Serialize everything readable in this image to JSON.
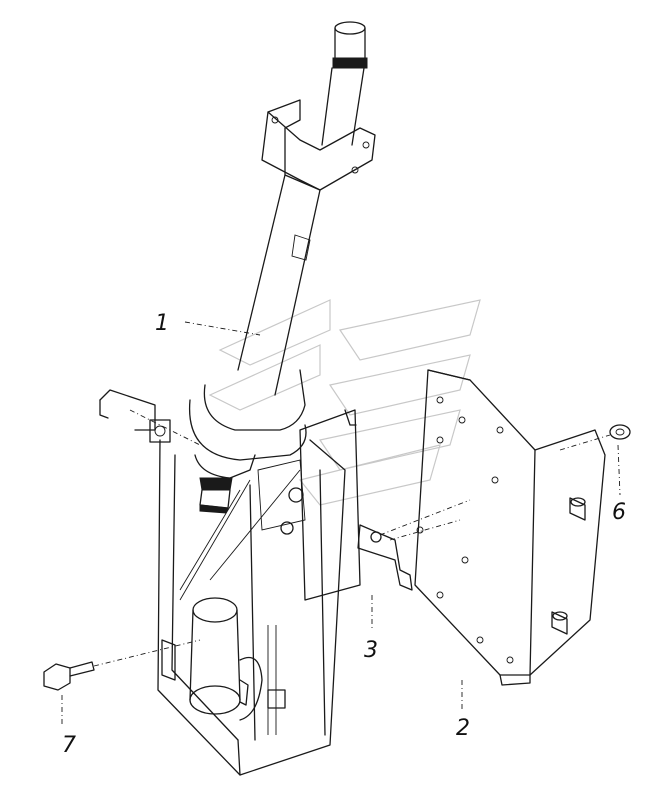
{
  "diagram": {
    "callouts": [
      {
        "id": "1",
        "text": "1"
      },
      {
        "id": "2",
        "text": "2"
      },
      {
        "id": "3",
        "text": "3"
      },
      {
        "id": "6",
        "text": "6"
      },
      {
        "id": "7",
        "text": "7"
      }
    ]
  }
}
